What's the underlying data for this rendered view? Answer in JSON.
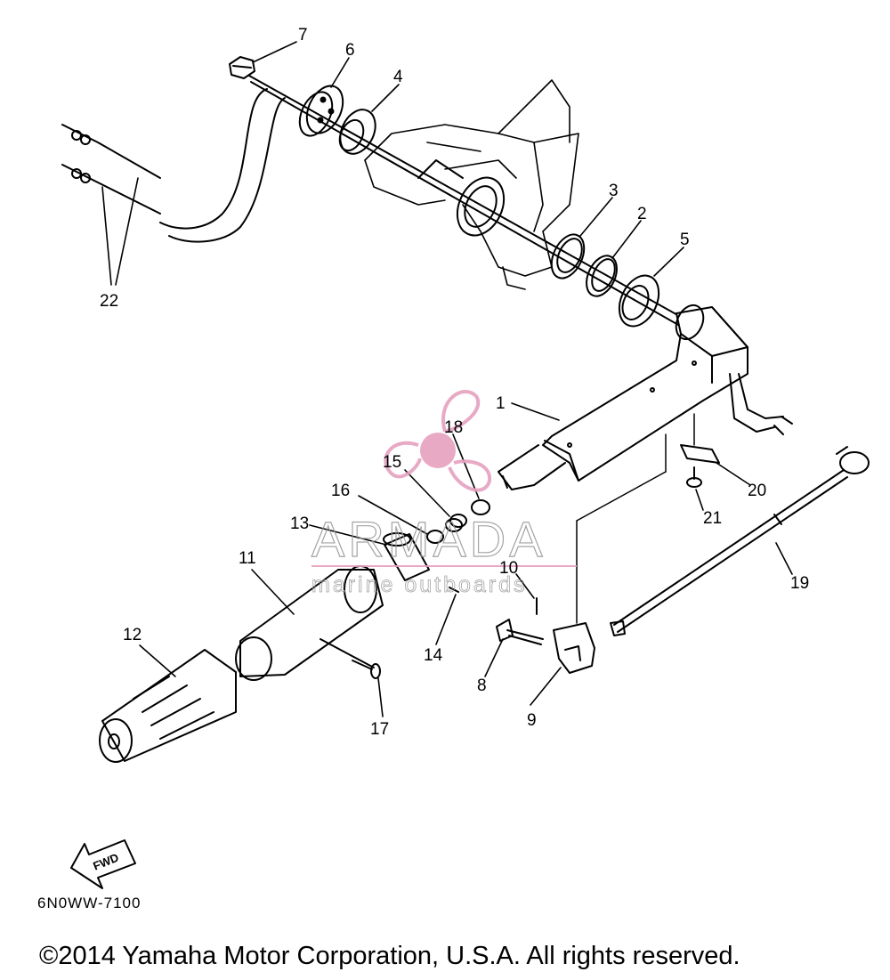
{
  "diagram": {
    "callouts": {
      "c1": "1",
      "c2": "2",
      "c3": "3",
      "c4": "4",
      "c5": "5",
      "c6": "6",
      "c7": "7",
      "c8": "8",
      "c9": "9",
      "c10": "10",
      "c11": "11",
      "c12": "12",
      "c13": "13",
      "c14": "14",
      "c15": "15",
      "c16": "16",
      "c17": "17",
      "c18": "18",
      "c19": "19",
      "c20": "20",
      "c21": "21",
      "c22": "22"
    },
    "fwd_label": "FWD",
    "drawing_code": "6N0WW-7100"
  },
  "watermark": {
    "brand": "ARMADA",
    "tagline": "marine outboards",
    "color_pink": "#e6a0bf",
    "color_grey": "#9a9a9a"
  },
  "footer": {
    "copyright": "©2014 Yamaha Motor Corporation, U.S.A. All rights reserved."
  }
}
